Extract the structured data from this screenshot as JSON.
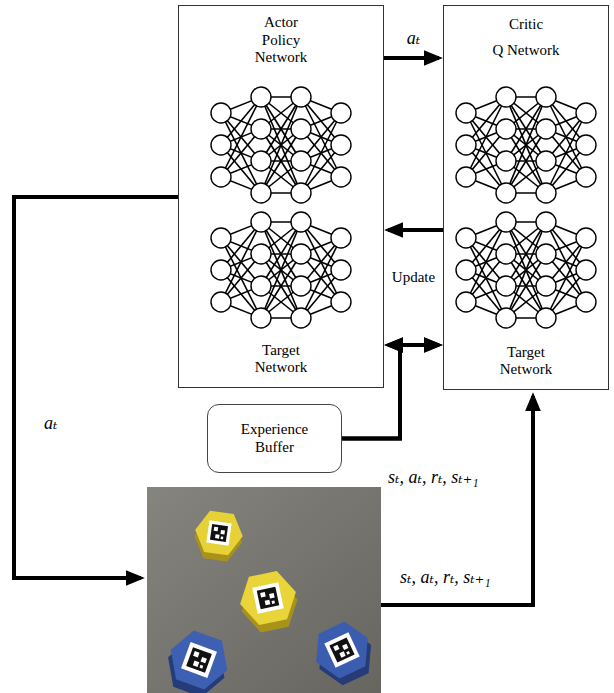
{
  "diagram": {
    "nodes": [
      {
        "text": [
          "Actor Policy Network",
          "Target Network"
        ]
      },
      {
        "text": [
          "Critic",
          "Q Network",
          "Target Network"
        ]
      },
      {
        "text": [
          "Experience Buffer"
        ]
      }
    ],
    "edges": [
      {
        "from": 0,
        "to": 1,
        "arrow": "to",
        "label": "aₜ"
      },
      {
        "from": 1,
        "to": 0,
        "arrow": "to",
        "label": "Update"
      },
      {
        "from": 0,
        "to": 1,
        "arrow": "both"
      },
      {
        "from": 2,
        "to": 0,
        "arrow": "to"
      },
      {
        "from": 2,
        "to": 1,
        "arrow": "to"
      }
    ],
    "labels": [
      "aₜ",
      "sₜ, aₜ, rₜ, sₜ₊₁",
      "sₜ, aₜ, rₜ, sₜ₊₁"
    ]
  }
}
